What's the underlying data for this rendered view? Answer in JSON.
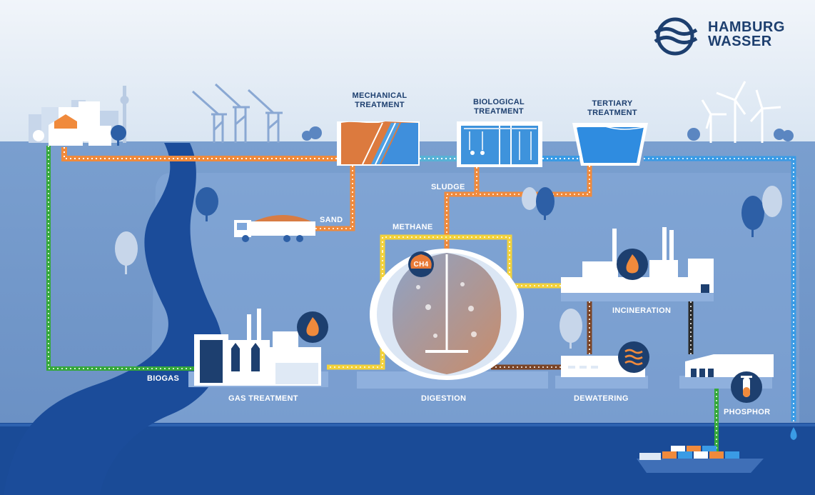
{
  "logo": {
    "line1": "HAMBURG",
    "line2": "WASSER"
  },
  "stages": {
    "mechanical_line1": "MECHANICAL",
    "mechanical_line2": "TREATMENT",
    "biological_line1": "BIOLOGICAL",
    "biological_line2": "TREATMENT",
    "tertiary_line1": "TERTIARY",
    "tertiary_line2": "TREATMENT",
    "sludge": "SLUDGE",
    "sand": "SAND",
    "methane": "METHANE",
    "methane_badge": "CH4",
    "incineration": "INCINERATION",
    "biogas": "BIOGAS",
    "gas_treatment": "GAS TREATMENT",
    "digestion": "DIGESTION",
    "dewatering": "DEWATERING",
    "phosphor": "PHOSPHOR"
  },
  "colors": {
    "sky": "#e7eef7",
    "ground": "#6e95c8",
    "river": "#1b4c9a",
    "sea": "#1a4b97",
    "wastewater_flow": "#f08a3c",
    "biogas_flow": "#35a83a",
    "methane_flow": "#f3d23b",
    "clean_water_flow": "#3a9be5",
    "brand_navy": "#1d3f6f"
  },
  "icons": [
    "flame-icon",
    "heat-waves-icon",
    "test-tube-icon",
    "methane-badge-icon",
    "water-drop-icon",
    "wind-turbine-icon",
    "crane-icon",
    "tree-icon",
    "truck-icon",
    "ship-icon"
  ]
}
